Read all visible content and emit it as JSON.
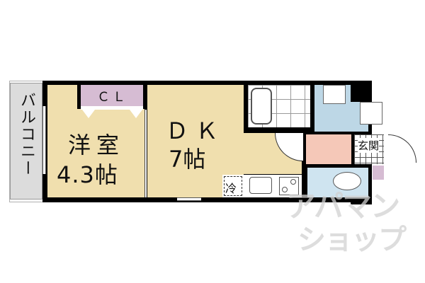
{
  "floor_plan": {
    "rooms": {
      "balcony": {
        "label": "バルコニー"
      },
      "closet": {
        "label": "ＣＬ"
      },
      "western_room": {
        "name": "洋室",
        "size": "4.3帖"
      },
      "dining_kitchen": {
        "name": "ＤＫ",
        "size": "7帖"
      },
      "refrigerator": {
        "label": "冷"
      },
      "entrance": {
        "label": "玄関"
      }
    },
    "colors": {
      "living_area": "#f0dfae",
      "closet": "#d6bcd3",
      "bathroom_area": "#bdd7e6",
      "hallway": "#f5c8b8",
      "wall": "#000000",
      "balcony": "#dcdcdc"
    },
    "watermark": {
      "line1": "アパマン",
      "line2": "ショップ"
    }
  }
}
